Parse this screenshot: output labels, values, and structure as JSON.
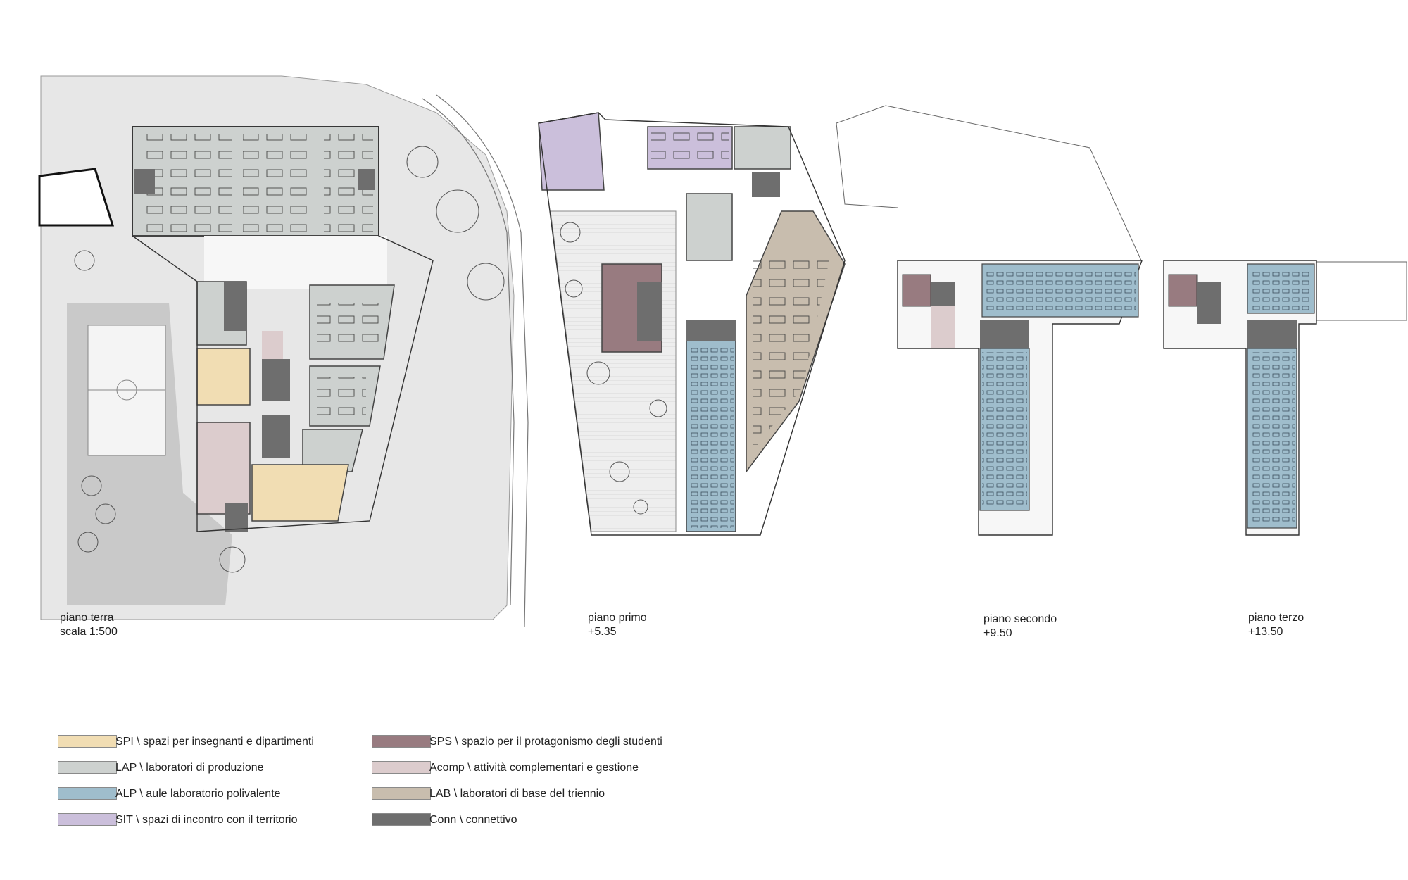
{
  "colors": {
    "SPI": "#f1ddb3",
    "LAP": "#cdd1cf",
    "ALP": "#9fbdcc",
    "SIT": "#cbbfdb",
    "SPS": "#987b80",
    "Acomp": "#dccccd",
    "LAB": "#c8bdae",
    "Conn": "#6e6e6e",
    "site": "#e7e7e7",
    "line": "#555555"
  },
  "plans": [
    {
      "title": "piano terra",
      "subtitle": "scala 1:500"
    },
    {
      "title": "piano primo",
      "subtitle": "+5.35"
    },
    {
      "title": "piano secondo",
      "subtitle": "+9.50"
    },
    {
      "title": "piano terzo",
      "subtitle": "+13.50"
    }
  ],
  "legend": [
    {
      "code": "SPI",
      "label": "SPI \\ spazi per insegnanti e dipartimenti"
    },
    {
      "code": "LAP",
      "label": "LAP \\ laboratori di produzione"
    },
    {
      "code": "ALP",
      "label": "ALP \\ aule laboratorio polivalente"
    },
    {
      "code": "SIT",
      "label": "SIT \\ spazi di incontro con il territorio"
    },
    {
      "code": "SPS",
      "label": "SPS \\ spazio per il protagonismo degli studenti"
    },
    {
      "code": "Acomp",
      "label": "Acomp \\ attività complementari e gestione"
    },
    {
      "code": "LAB",
      "label": "LAB \\ laboratori di base del triennio"
    },
    {
      "code": "Conn",
      "label": "Conn \\ connettivo"
    }
  ]
}
